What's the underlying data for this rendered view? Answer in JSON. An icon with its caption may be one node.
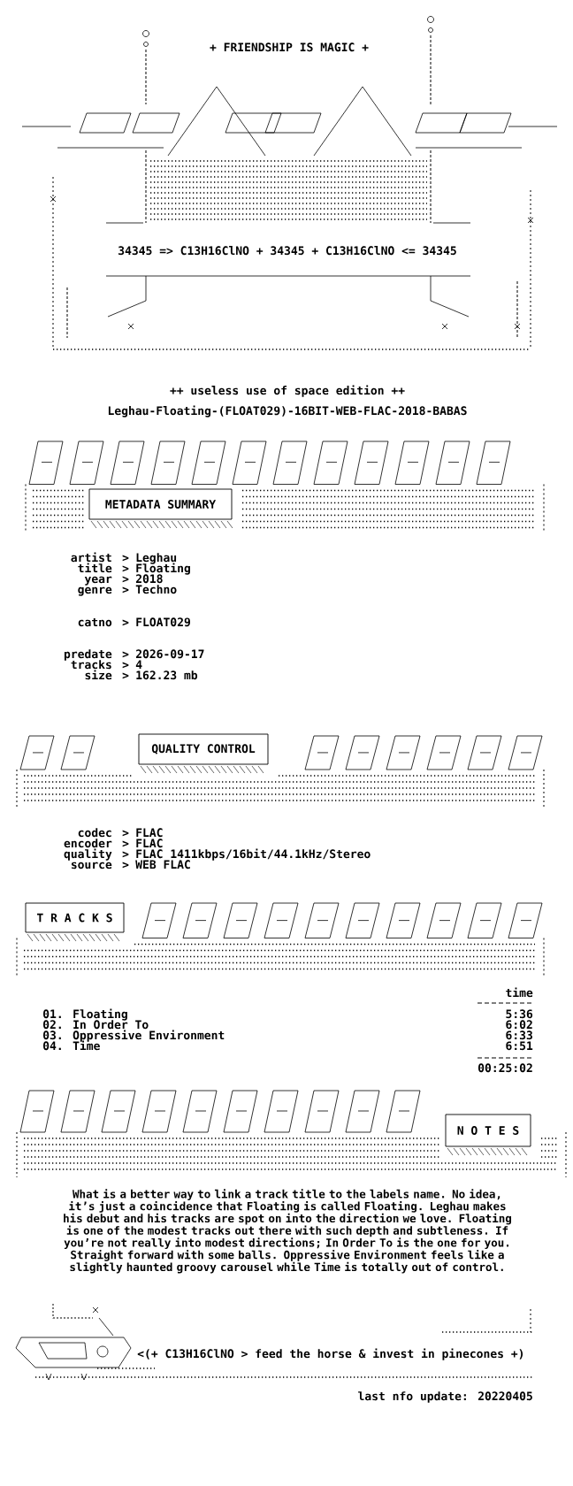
{
  "diagram": {
    "nodes": [
      {
        "text": [
          "METADATA SUMMARY"
        ]
      },
      {
        "text": [
          "QUALITY CONTROL"
        ]
      },
      {
        "text": [
          "T R A C K S"
        ]
      },
      {
        "text": [
          "N O T E S"
        ]
      }
    ],
    "labels": [
      "+ FRIENDSHIP IS MAGIC +",
      "34345 => C13H16ClNO + 34345 + C13H16ClNO <= 34345",
      "++ useless use of space edition ++",
      "Leghau-Floating-(FLOAT029)-16BIT-WEB-FLAC-2018-BABAS",
      "artist",
      ">",
      "Leghau",
      "title",
      ">",
      "Floating",
      "year",
      ">",
      "2018",
      "genre",
      ">",
      "Techno",
      "catno",
      ">",
      "FLOAT029",
      "predate",
      ">",
      "2026-09-17",
      "tracks",
      ">",
      "4",
      "size",
      ">",
      "162.23 mb",
      "codec",
      ">",
      "FLAC",
      "encoder",
      ">",
      "FLAC",
      "quality",
      ">",
      "FLAC 1411kbps/16bit/44.1kHz/Stereo",
      "source",
      ">",
      "WEB FLAC",
      "time",
      "01. Floating",
      "5:36",
      "02. In Order To",
      "6:02",
      "03. Oppressive Environment",
      "6:33",
      "04. Time",
      "6:51",
      "00:25:02",
      "What is a better way to link a track title to the labels name. No idea, it’s just a coincidence that Floating is called Floating. Leghau makes his debut and his tracks are spot on into the direction we love. Floating is one of the modest tracks out there with such depth and subtleness. If you’re not really into modest directions; In Order To is the one for you. Straight forward with some balls. Oppressive Environment feels like a slightly haunted groovy carousel while Time is totally out of control.",
      "<(+ C13H16ClNO > feed the horse & invest in pinecones +)",
      "last nfo update: 20220405"
    ]
  }
}
